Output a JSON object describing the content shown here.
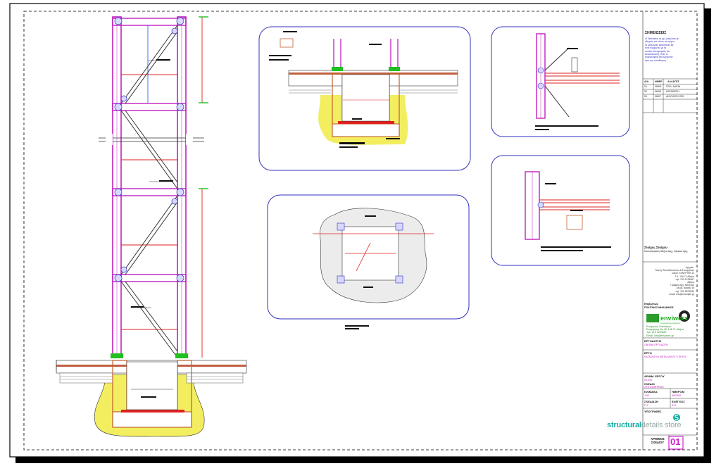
{
  "notes": {
    "title": "ΣΗΜΕΙΩΣΕΙΣ",
    "lines": [
      "Οι διαστάσεις σε μμ. μετρώνται με",
      "οδηγούς επί τόπου του έργου.",
      "Οι μεταλλικές κατασκευές θα",
      "είναι σύμφωνες με τις",
      "τυπικές λεπτομέρειες του",
      "κατασκευαστή. Όλες οι",
      "συγκολλήσεις θα ελέγχονται",
      "πριν την τοποθέτηση."
    ]
  },
  "revisions": {
    "headers": [
      "Α/Α",
      "ΗΜΕΡ",
      "ΑΛΛΑΓΕΣ"
    ],
    "rows": [
      [
        "01",
        "08/05",
        "ΠΟΛ. ΑΔΕΙΑ"
      ],
      [
        "02",
        "08/05",
        "ΚΑΤΑΘΕΣΗ"
      ],
      [
        "03",
        "08/07",
        "ΑΝΥΨΩΣΗ ΘΕΙ."
      ]
    ]
  },
  "owner": {
    "heading": "Στοίχος Στοίχου",
    "subheading": "Κλεοπατρικός Αθήνα Αρχ. Ζάρκου Αρχ."
  },
  "address_block": [
    "Αρχιτέκ.",
    "Γιάννη Παπαδόπουλου & Συνεργάτες",
    "ΟΔΟΣ ΚΕΝΤΡΙΚΗ 12",
    "Τ.Κ. 106 71 Αθήνα",
    "τηλ. 210 1234567",
    "Αθήνα",
    "Γραφείο Αρχ. Μελετών",
    "Λεωφ. Ικάρου 45",
    "τηλ. 210 9876543",
    "email: info@example.gr"
  ],
  "engineer": {
    "label": "Επιβλέπων",
    "name": "ΠΟΛΙΤΙΚΟΣ ΜΗΧΑΝΙΚΟΣ",
    "logo": "enviworx",
    "logo_sub": "engineering solutions",
    "contact": [
      "Ευάγγελος Οικονόμου",
      "Επιχείρηση Νο 45, 106 71 Αθήνα",
      "Τηλ: 210 1234567",
      "Email: info@enviworx.gr"
    ]
  },
  "fields": [
    {
      "label": "ΕΡΓΟΔΟΤΗΣ",
      "value": "ΟΝΟΜΑ ΕΡΓΟΔΟΤΗ"
    },
    {
      "label": "ΕΡΓΟ",
      "value": "ΚΑΤΑΣΚΕΥΗ ΜΕΤΑΛΛΙΚΟΥ ΚΤΙΡΙΟΥ"
    },
    {
      "label": "ΑΡΙΘΜ. ΕΡΓΟΥ",
      "value": "00-000"
    },
    {
      "label": "ΣΧΕΔΙΟ",
      "value": "ΛΕΠΤΟΜΕΡΕΙΕΣ"
    }
  ],
  "grid_fields": [
    {
      "label": "ΚΛΙΜΑΚΑ",
      "value": "1:50"
    },
    {
      "label": "ΗΜΕΡΟΜ",
      "value": "08/2008"
    },
    {
      "label": "ΣΧΕΔΙΑΣΗ",
      "value": "Σ.Σ."
    },
    {
      "label": "ΕΛΕΓΧΟΣ",
      "value": "Ε.Ο."
    }
  ],
  "signatures_label": "ΥΠΟΓΡΑΦΕΣ",
  "brand": {
    "main": "structural",
    "rest": "details store"
  },
  "sheet": {
    "label": "ΑΡΙΘΜΟΣ ΣΧΕΔΙΟΥ",
    "number": "01"
  },
  "colors": {
    "column": "#c020c0",
    "beam_red": "#e02020",
    "detail_border": "#3030c0",
    "concrete_fill": "#f2ee60",
    "green": "#20c020"
  }
}
